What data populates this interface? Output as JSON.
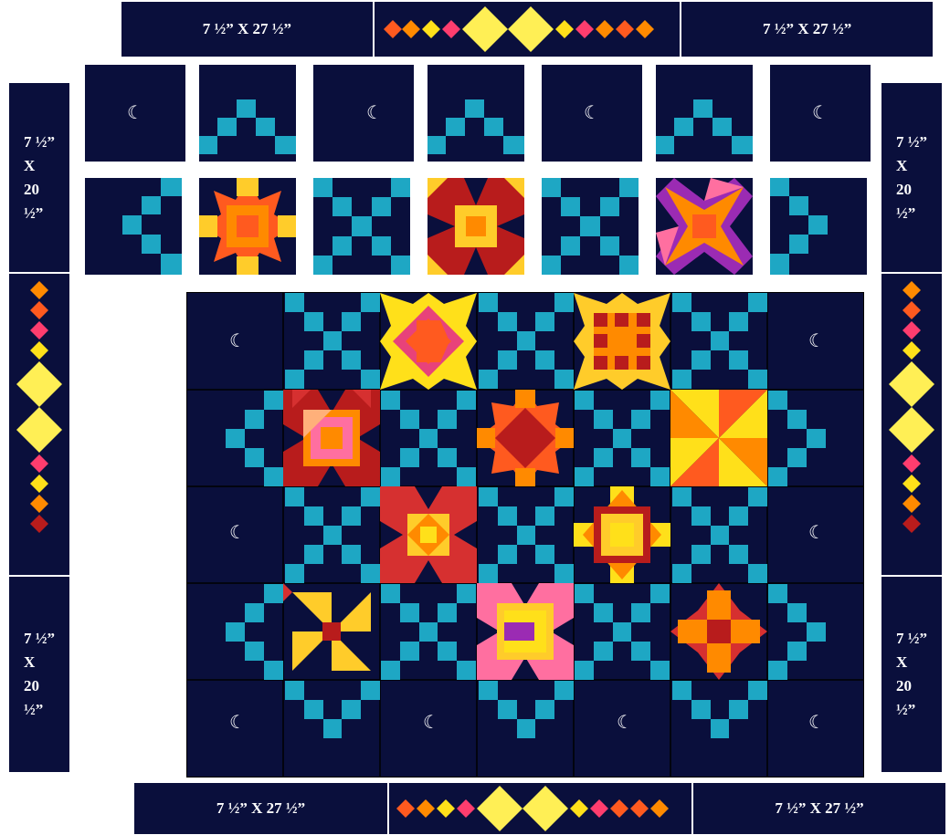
{
  "border_label": "7 ½” X 27 ½”",
  "side_label_lines": [
    "7 ½”",
    "X",
    "20",
    "½”"
  ],
  "moon_glyph": "☾",
  "colors": {
    "navy": "#0a0f3c",
    "teal": "#1ea7c4",
    "yellow": "#ffe01a",
    "light_yellow": "#ffef55",
    "orange": "#ff8a00",
    "red_orange": "#ff5a1f",
    "pink": "#ff3d6e",
    "dark_red": "#b81c1c",
    "purple": "#9b2bb3"
  }
}
